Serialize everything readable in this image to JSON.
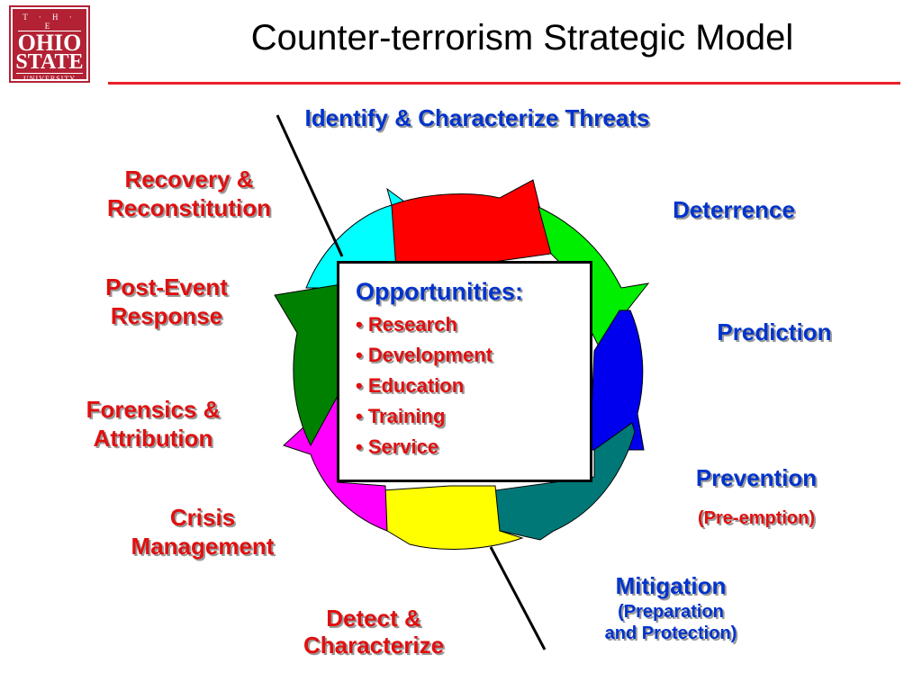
{
  "logo": {
    "line1": "T · H · E",
    "line2": "OHIO",
    "line3": "STATE",
    "line4": "UNIVERSITY"
  },
  "title": "Counter-terrorism Strategic Model",
  "labels": {
    "identify": "Identify & Characterize Threats",
    "deterrence": "Deterrence",
    "prediction": "Prediction",
    "prevention": "Prevention",
    "preemption": "(Pre-emption)",
    "mitigation": "Mitigation",
    "mitigation_sub1": "(Preparation",
    "mitigation_sub2": "and Protection)",
    "detect1": "Detect &",
    "detect2": "Characterize",
    "crisis1": "Crisis",
    "crisis2": "Management",
    "forensics1": "Forensics &",
    "forensics2": "Attribution",
    "post1": "Post-Event",
    "post2": "Response",
    "recovery1": "Recovery &",
    "recovery2": "Reconstitution"
  },
  "opportunities": {
    "title": "Opportunities:",
    "items": [
      "• Research",
      "• Development",
      "• Education",
      "• Training",
      "• Service"
    ]
  },
  "colors": {
    "red": "#ff0000",
    "green": "#00ee00",
    "blue": "#0000ee",
    "teal": "#007878",
    "yellow": "#ffff00",
    "magenta": "#ff00ff",
    "dark_green": "#008000",
    "cyan": "#00ffff",
    "label_blue": "#0033cc",
    "label_red": "#e01010"
  }
}
